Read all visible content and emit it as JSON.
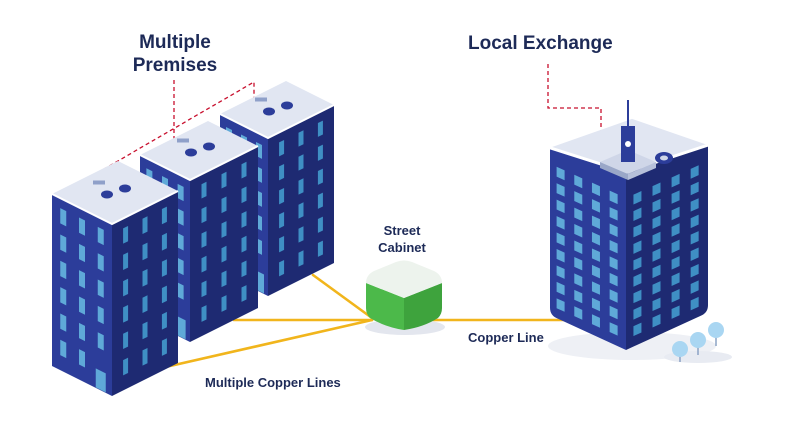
{
  "labels": {
    "multiple_premises_line1": "Multiple",
    "multiple_premises_line2": "Premises",
    "local_exchange": "Local Exchange",
    "street_cabinet_line1": "Street",
    "street_cabinet_line2": "Cabinet",
    "copper_line": "Copper Line",
    "multiple_copper_lines": "Multiple Copper Lines"
  },
  "nodes": [
    {
      "id": "premises",
      "name": "Multiple Premises",
      "kind": "building-group",
      "count": 3
    },
    {
      "id": "cabinet",
      "name": "Street Cabinet",
      "kind": "cabinet"
    },
    {
      "id": "exchange",
      "name": "Local Exchange",
      "kind": "building"
    }
  ],
  "edges": [
    {
      "from": "premises",
      "to": "cabinet",
      "label": "Multiple Copper Lines",
      "count": 3
    },
    {
      "from": "cabinet",
      "to": "exchange",
      "label": "Copper Line",
      "count": 1
    }
  ],
  "colors": {
    "label_text": "#1d2a57",
    "copper_line": "#f1b51c",
    "leader_line": "#c8102e",
    "building_front": "#2c3d9a",
    "building_side": "#1e2a72",
    "building_roof": "#e1e6f2",
    "window": "#5fa9d8",
    "cabinet_green": "#4cb94a",
    "cabinet_top": "#edf3ed",
    "tree": "#a9d6f2"
  }
}
